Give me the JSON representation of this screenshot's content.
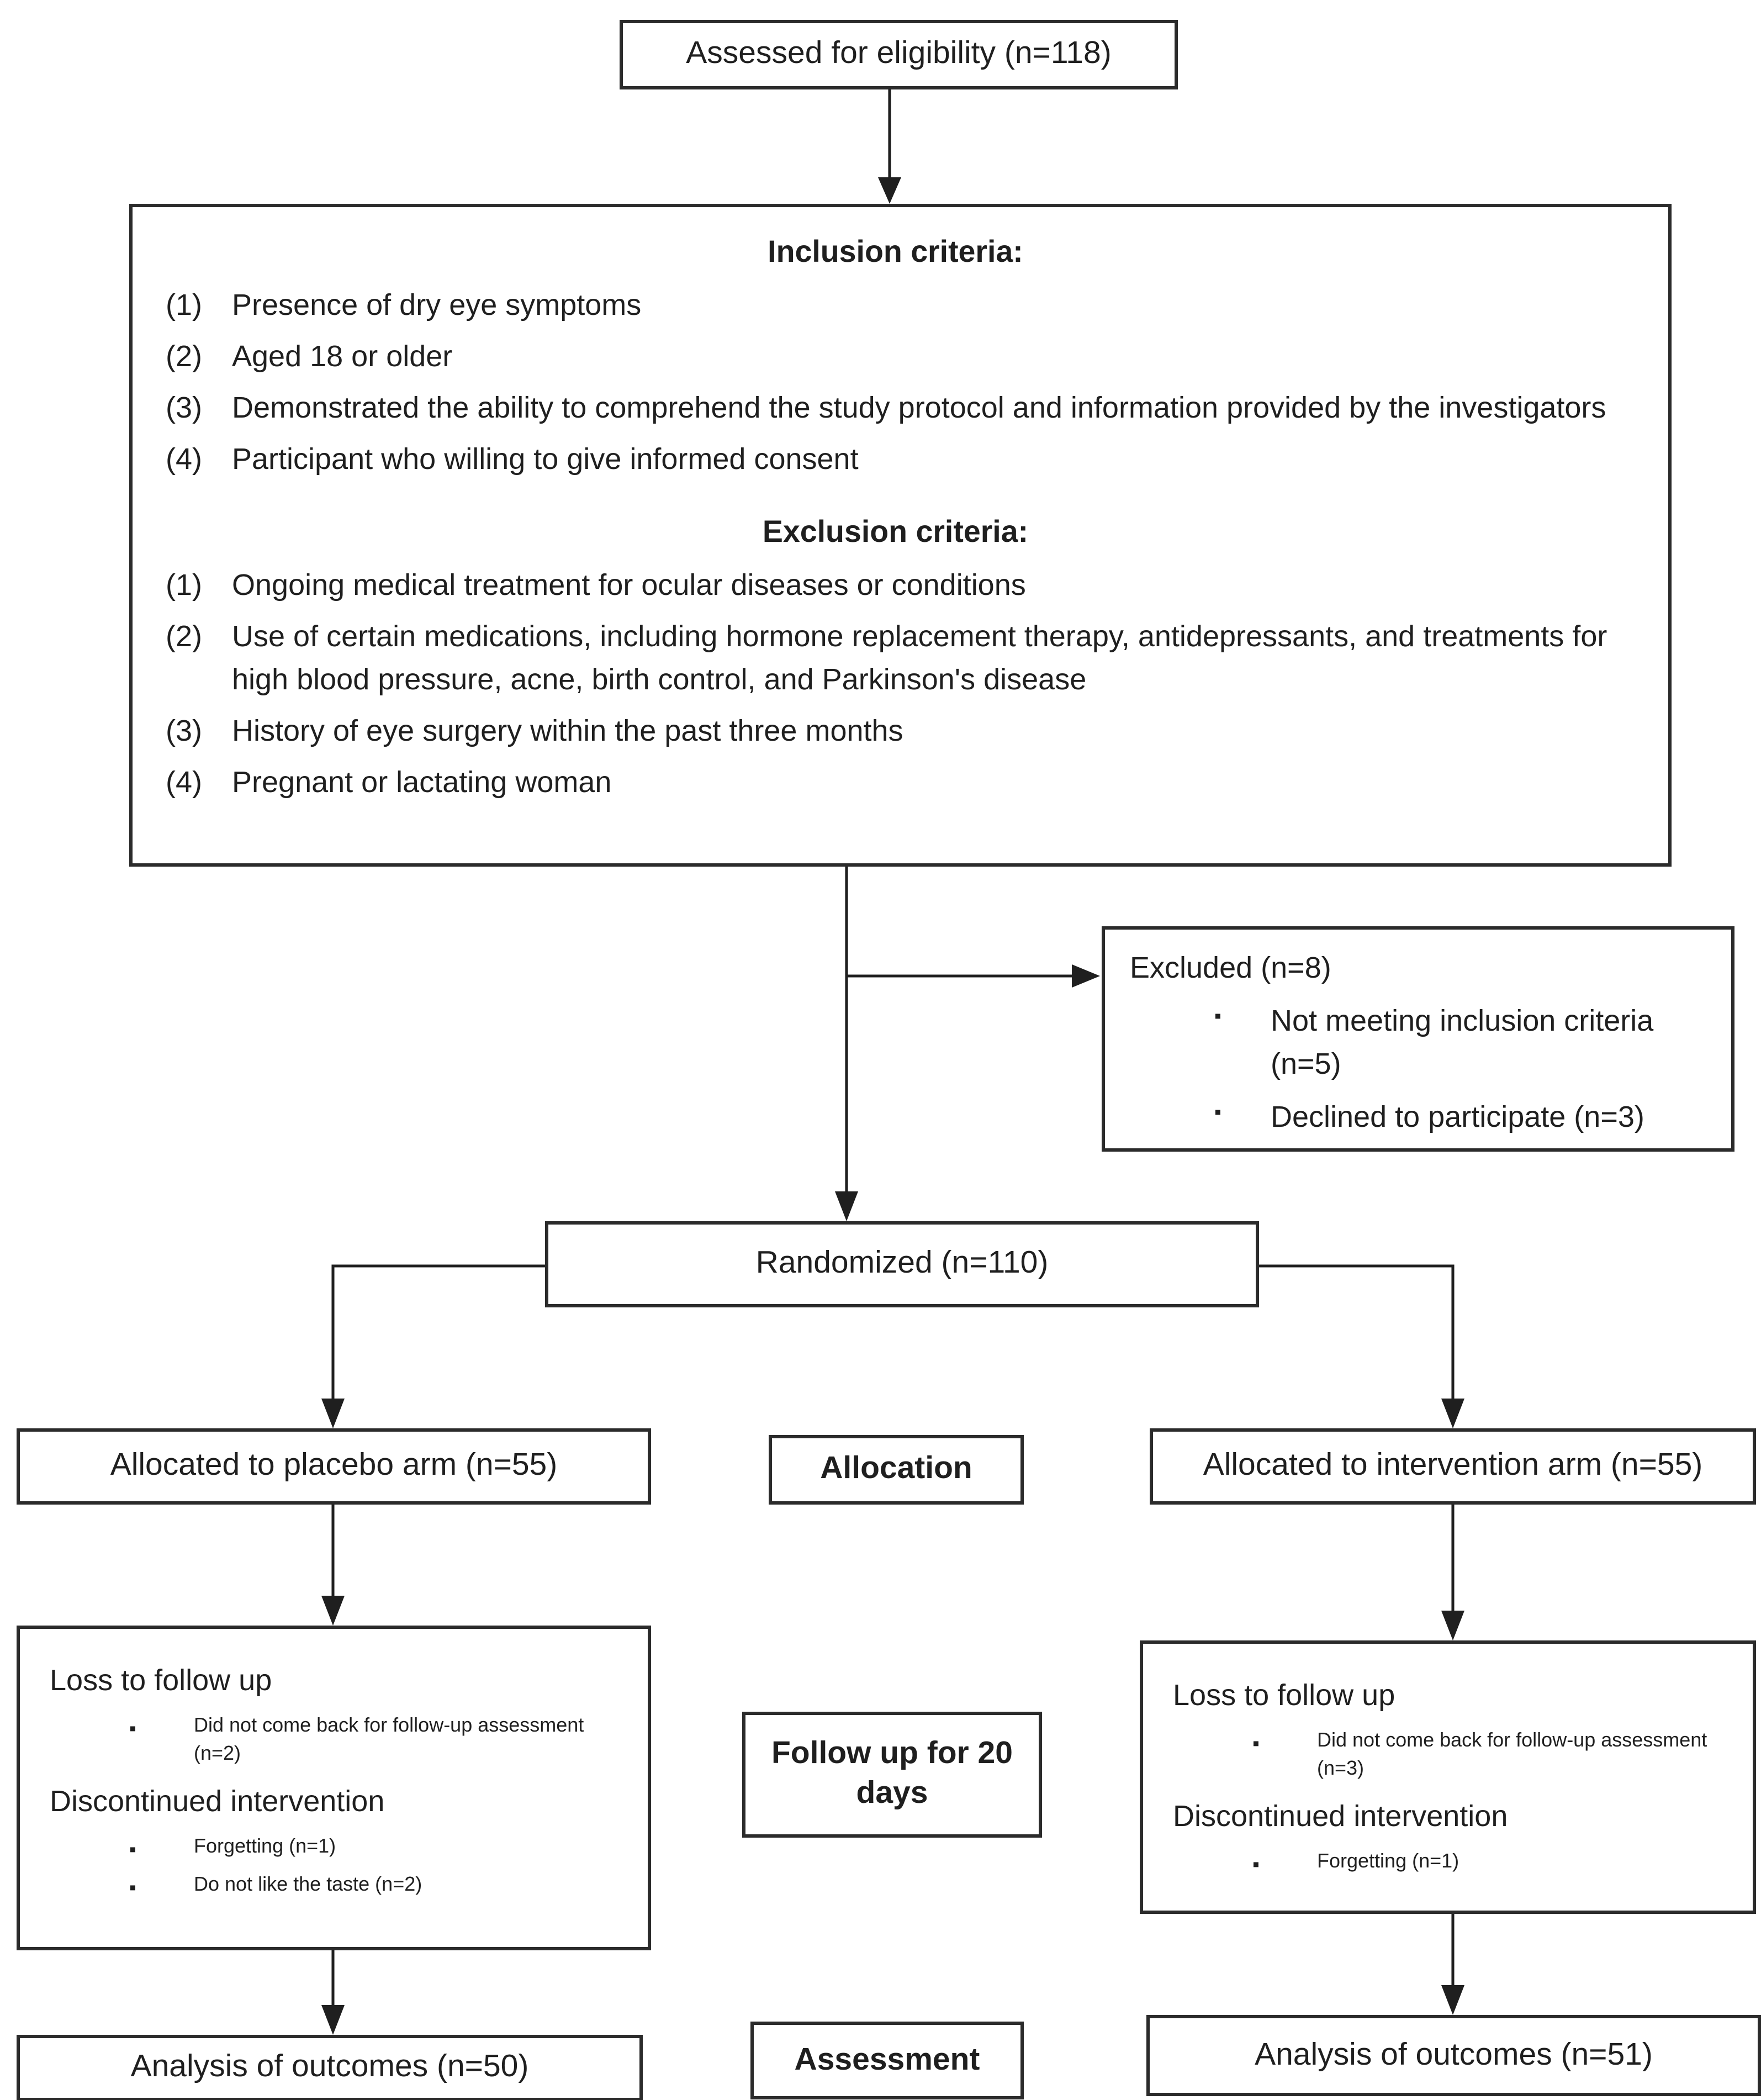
{
  "colors": {
    "ink": "#1f1f1f",
    "line": "#2b2b2b",
    "background": "#ffffff"
  },
  "bullet_glyph": "▪",
  "flow": {
    "assessed": {
      "label": "Assessed for eligibility (n=118)"
    },
    "criteria": {
      "inclusion_title": "Inclusion criteria:",
      "inclusion_items": [
        {
          "num": "(1)",
          "text": "Presence of dry eye symptoms"
        },
        {
          "num": "(2)",
          "text": "Aged 18 or older"
        },
        {
          "num": "(3)",
          "text": "Demonstrated the ability to comprehend the study protocol and information provided by the investigators"
        },
        {
          "num": "(4)",
          "text": "Participant who willing to give informed consent"
        }
      ],
      "exclusion_title": "Exclusion criteria:",
      "exclusion_items": [
        {
          "num": "(1)",
          "text": "Ongoing medical treatment for ocular diseases or conditions"
        },
        {
          "num": "(2)",
          "text": "Use of certain medications, including hormone replacement therapy, antidepressants, and treatments for high blood pressure, acne, birth control, and Parkinson's disease"
        },
        {
          "num": "(3)",
          "text": "History of eye surgery within the past three months"
        },
        {
          "num": "(4)",
          "text": "Pregnant or lactating woman"
        }
      ]
    },
    "excluded": {
      "title": "Excluded (n=8)",
      "items": [
        "Not meeting inclusion criteria (n=5)",
        "Declined to participate (n=3)"
      ]
    },
    "randomized": {
      "label": "Randomized (n=110)"
    },
    "allocation": {
      "stage_label": "Allocation",
      "placebo_label": "Allocated to placebo arm (n=55)",
      "intervention_label": "Allocated to intervention arm (n=55)"
    },
    "follow_up": {
      "stage_label": "Follow up for 20 days",
      "placebo_lines": [
        {
          "type": "plain",
          "text": "Loss to follow up"
        },
        {
          "type": "bullet",
          "text": "Did not come back for follow-up assessment (n=2)"
        },
        {
          "type": "plain",
          "text": "Discontinued intervention"
        },
        {
          "type": "bullet",
          "text": "Forgetting (n=1)"
        },
        {
          "type": "bullet",
          "text": "Do not like the taste (n=2)"
        }
      ],
      "intervention_lines": [
        {
          "type": "plain",
          "text": "Loss to follow up"
        },
        {
          "type": "bullet",
          "text": "Did not come back for follow-up assessment (n=3)"
        },
        {
          "type": "plain",
          "text": "Discontinued intervention"
        },
        {
          "type": "bullet",
          "text": "Forgetting (n=1)"
        }
      ]
    },
    "assessment": {
      "stage_label": "Assessment",
      "placebo_label": "Analysis of outcomes (n=50)",
      "intervention_label": "Analysis of outcomes (n=51)"
    }
  }
}
